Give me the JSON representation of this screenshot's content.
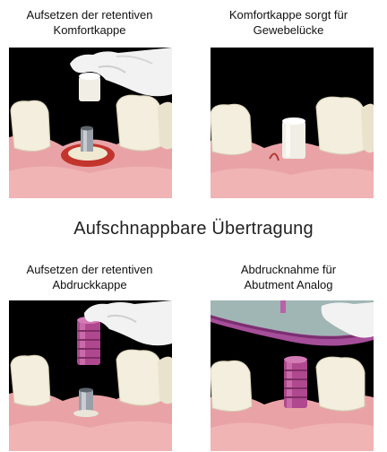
{
  "panels": [
    {
      "caption": "Aufsetzen der retentiven\nKomfortkappe",
      "image_label": "Retentive Komfortkappe wird mit Handschuh auf das Abutment gesetzt"
    },
    {
      "caption": "Komfortkappe sorgt für\nGewebelücke",
      "image_label": "Komfortkappe sitzt auf dem Abutment im Zahnfleisch"
    },
    {
      "caption": "Aufsetzen der retentiven\nAbdruckkappe",
      "image_label": "Violette Abdruckkappe wird auf das Abutment gesetzt"
    },
    {
      "caption": "Abdrucknahme für\nAbutment Analog",
      "image_label": "Abdrucklöffel über der violetten Abdruckkappe"
    }
  ],
  "section_title": "Aufschnappbare Übertragung",
  "colors": {
    "background_panel": "#000000",
    "gum": "#e9a3a6",
    "tooth": "#f3eedd",
    "glove": "#f2f2f2",
    "comfort_cap": "#f1eee6",
    "impression_cap": "#b0488f",
    "tray": "#a64e9a",
    "abutment": "#9aa0a8"
  }
}
